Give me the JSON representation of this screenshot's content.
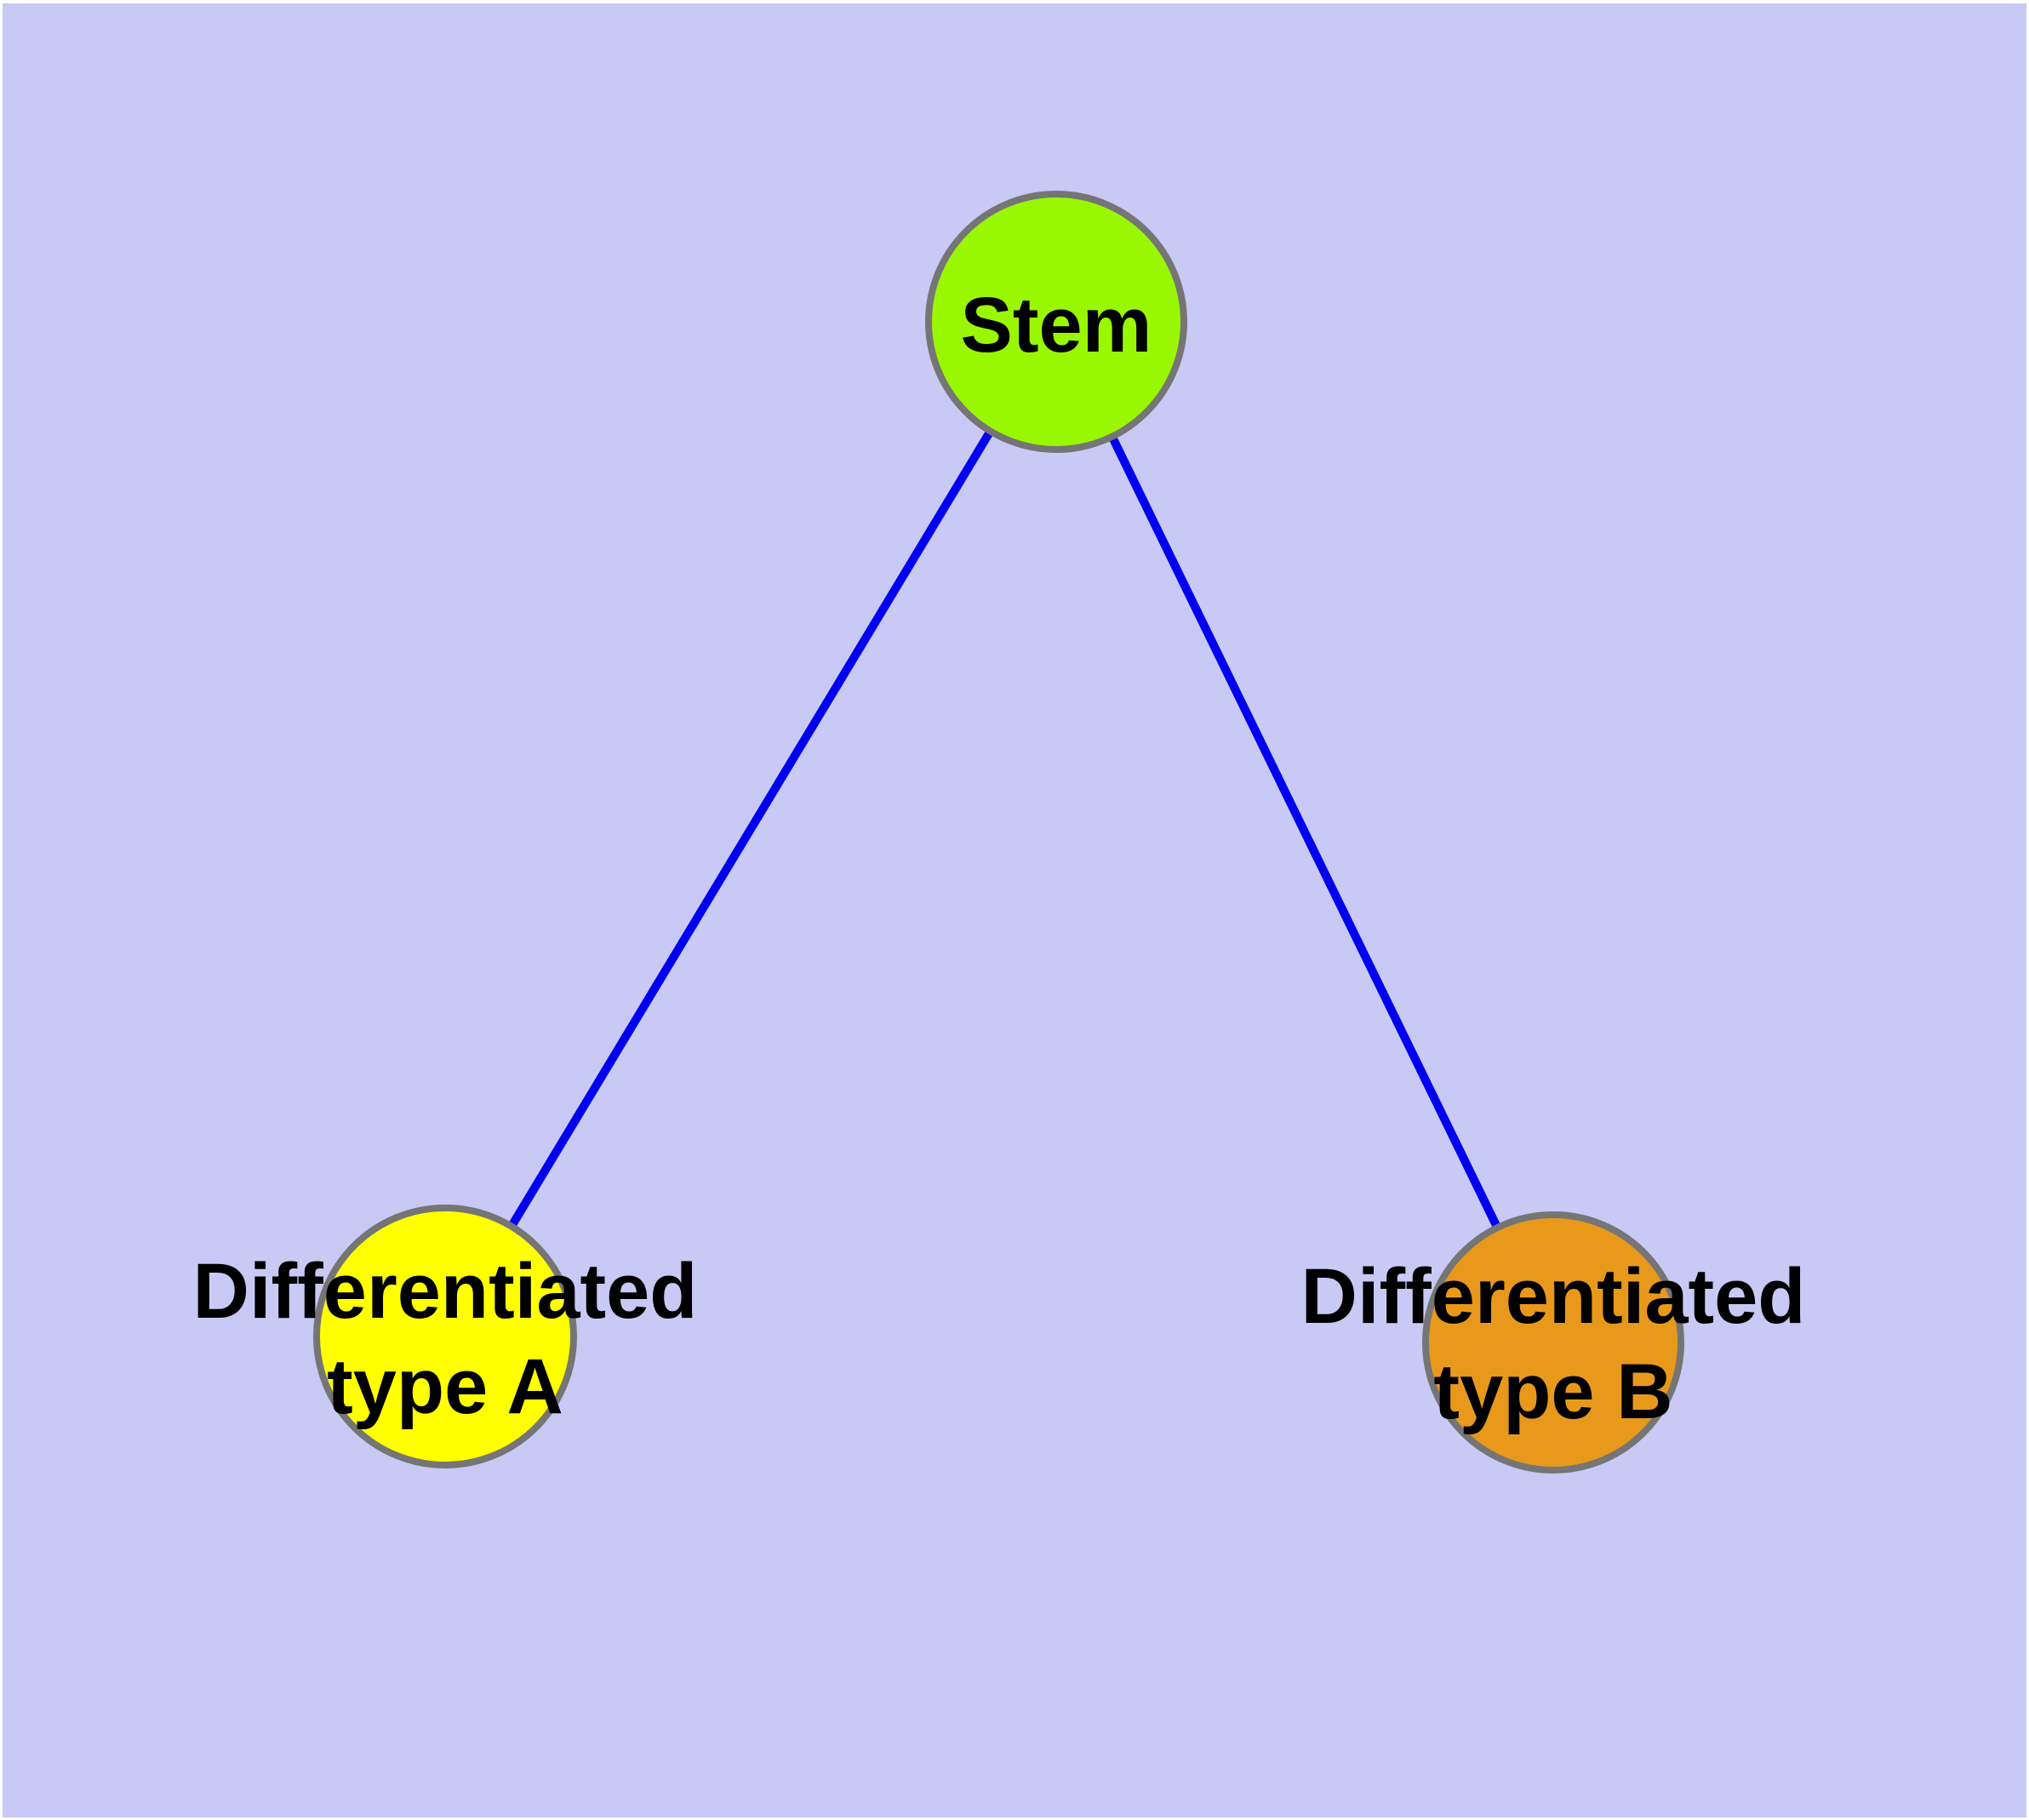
{
  "diagram": {
    "background_color": "#C9C9F5",
    "node_border_color": "#757575",
    "edge_color": "#0000F0",
    "text_color": "#000000",
    "nodes": [
      {
        "id": "stem",
        "label": "Stem",
        "label_line1": "Stem",
        "label_line2": "",
        "color": "#9AF702"
      },
      {
        "id": "type-a",
        "label": "Differentiated type A",
        "label_line1": "Differentiated",
        "label_line2": "type A",
        "color": "#FFFF00"
      },
      {
        "id": "type-b",
        "label": "Differentiated type B",
        "label_line1": "Differentiated",
        "label_line2": "type B",
        "color": "#E8991C"
      }
    ],
    "edges": [
      {
        "from": "Stem",
        "to": "Differentiated type A"
      },
      {
        "from": "Stem",
        "to": "Differentiated type B"
      }
    ]
  }
}
